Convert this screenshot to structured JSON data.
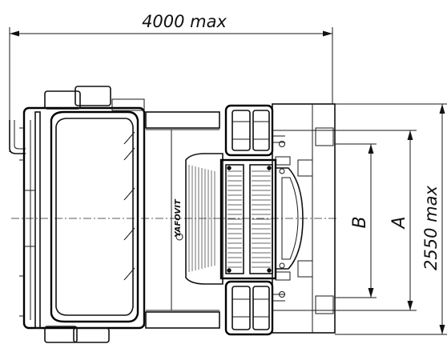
{
  "dimensions": {
    "overall_length": "4000 max",
    "overall_width": "2550 max",
    "dim_a": "A",
    "dim_b": "B"
  },
  "branding": {
    "logo_text": "YAFOVIT"
  }
}
